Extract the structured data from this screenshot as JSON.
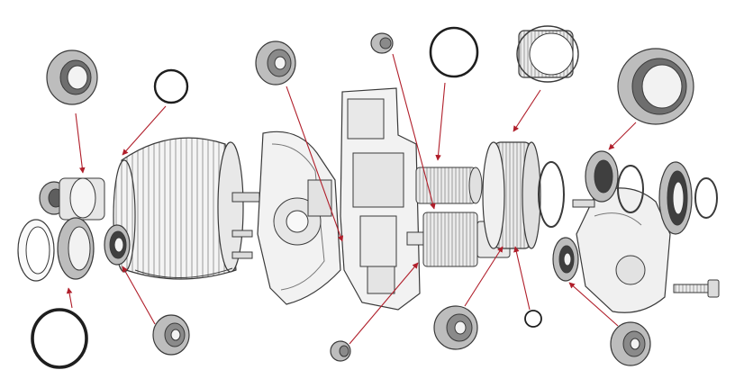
{
  "diagram": {
    "title": "",
    "style": "exploded-view line drawing",
    "colors": {
      "background": "#ffffff",
      "line": "#3a3a3a",
      "part_fill": "#f2f2f2",
      "part_shade": "#d9d9d9",
      "bearing_fill": "#bdbdbd",
      "bearing_dark": "#6e6e6e",
      "leader": "#b01e2a"
    },
    "callouts_count": 13,
    "parts": [
      {
        "name": "motor-stator",
        "label": ""
      },
      {
        "name": "motor-housing-plate",
        "label": ""
      },
      {
        "name": "gear-carrier-plate",
        "label": ""
      },
      {
        "name": "output-gear",
        "label": ""
      },
      {
        "name": "gear-shaft",
        "label": ""
      },
      {
        "name": "right-housing-cover",
        "label": ""
      },
      {
        "name": "hex-bolt",
        "label": ""
      },
      {
        "name": "sealed-bearing",
        "label": ""
      },
      {
        "name": "needle-bearing",
        "label": ""
      },
      {
        "name": "o-ring",
        "label": ""
      },
      {
        "name": "snap-ring",
        "label": ""
      }
    ]
  }
}
